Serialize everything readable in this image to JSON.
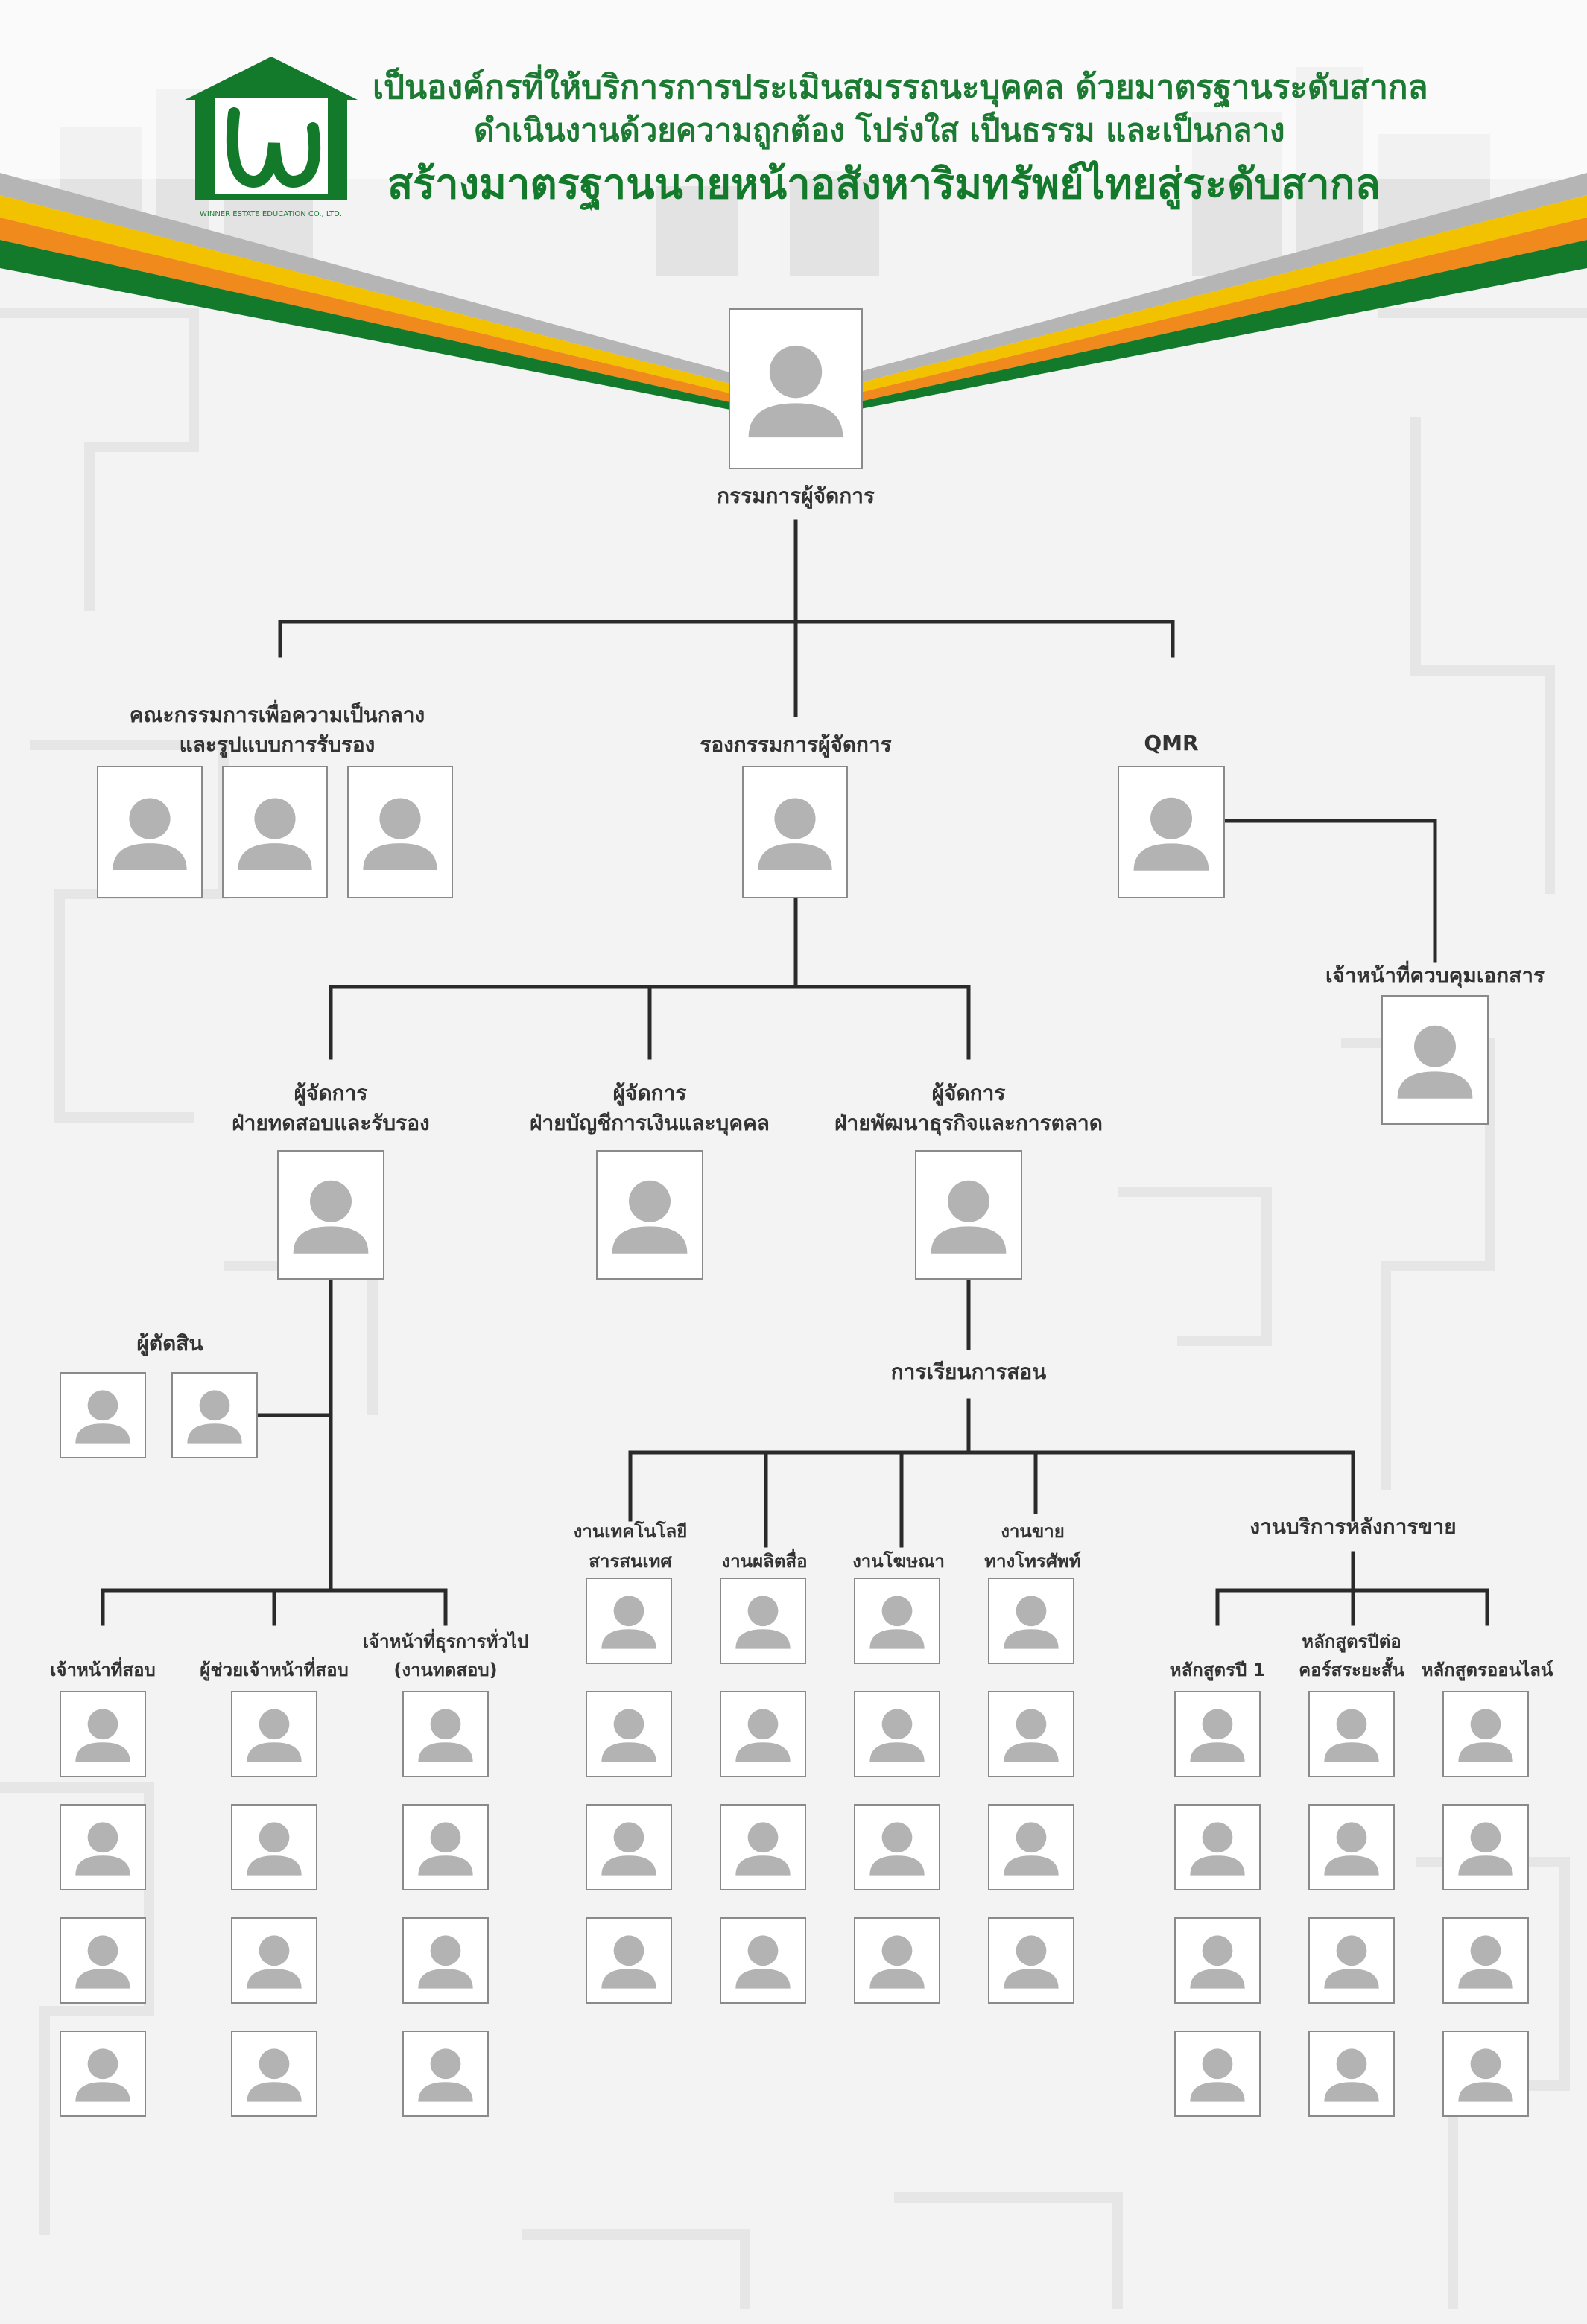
{
  "header": {
    "line1": "เป็นองค์กรที่ให้บริการการประเมินสมรรถนะบุคคล ด้วยมาตรฐานระดับสากล",
    "line2": "ดำเนินงานด้วยความถูกต้อง โปร่งใส เป็นธรรม และเป็นกลาง",
    "line3": "สร้างมาตรฐานนายหน้าอสังหาริมทรัพย์ไทยสู่ระดับสากล",
    "logo_caption": "WINNER ESTATE EDUCATION CO., LTD."
  },
  "colors": {
    "brand_green": "#137a2b",
    "ribbon_yellow": "#f2c200",
    "ribbon_orange": "#f08a1c",
    "ribbon_gray": "#b5b5b5",
    "connector": "#2a2a2a",
    "avatar": "#b3b3b3"
  },
  "roles": {
    "md": "กรรมการผู้จัดการ",
    "committee_1": "คณะกรรมการเพื่อความเป็นกลาง",
    "committee_2": "และรูปแบบการรับรอง",
    "deputy_md": "รองกรรมการผู้จัดการ",
    "qmr": "QMR",
    "doc_control": "เจ้าหน้าที่ควบคุมเอกสาร",
    "mgr_testing_1": "ผู้จัดการ",
    "mgr_testing_2": "ฝ่ายทดสอบและรับรอง",
    "mgr_finance_1": "ผู้จัดการ",
    "mgr_finance_2": "ฝ่ายบัญชีการเงินและบุคคล",
    "mgr_business_1": "ผู้จัดการ",
    "mgr_business_2": "ฝ่ายพัฒนาธุรกิจและการตลาด",
    "judges": "ผู้ตัดสิน",
    "teaching": "การเรียนการสอน",
    "exam_officer": "เจ้าหน้าที่สอบ",
    "exam_assistant": "ผู้ช่วยเจ้าหน้าที่สอบ",
    "general_admin_1": "เจ้าหน้าที่ธุรการทั่วไป",
    "general_admin_2": "(งานทดสอบ)",
    "it_1": "งานเทคโนโลยี",
    "it_2": "สารสนเทศ",
    "media": "งานผลิตสื่อ",
    "advertising": "งานโฆษณา",
    "telesales_1": "งานขาย",
    "telesales_2": "ทางโทรศัพท์",
    "after_sales": "งานบริการหลังการขาย",
    "course_1year": "หลักสูตรปี 1",
    "course_ext_1": "หลักสูตรปีต่อ",
    "course_ext_2": "คอร์สระยะสั้น",
    "course_online": "หลักสูตรออนไลน์"
  },
  "icons": [
    "person-avatar-icon",
    "house-logo-icon"
  ]
}
